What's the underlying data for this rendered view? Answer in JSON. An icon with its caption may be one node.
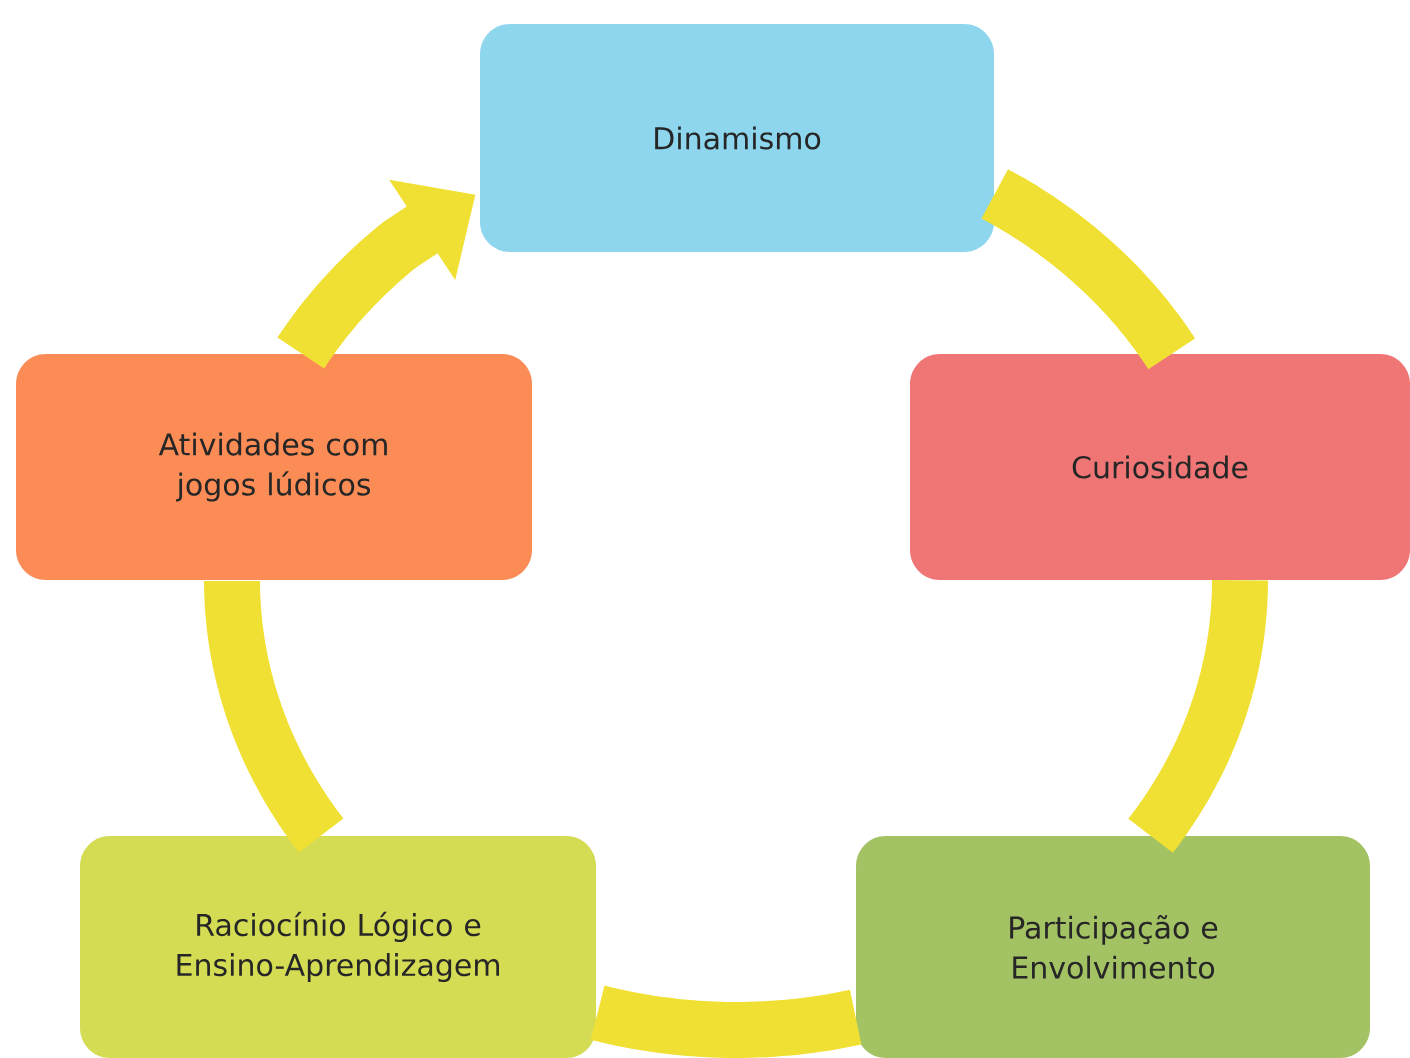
{
  "diagram": {
    "nodes": [
      {
        "text": [
          "Dinamismo"
        ]
      },
      {
        "text": [
          "Curiosidade"
        ]
      },
      {
        "text": [
          "Participação e Envolvimento"
        ]
      },
      {
        "text": [
          "Raciocínio Lógico e Ensino-Aprendizagem"
        ]
      },
      {
        "text": [
          "Atividades com jogos lúdicos"
        ]
      }
    ],
    "edges": [
      {
        "from": 0,
        "to": 1,
        "arrow": "none"
      },
      {
        "from": 1,
        "to": 2,
        "arrow": "none"
      },
      {
        "from": 2,
        "to": 3,
        "arrow": "none"
      },
      {
        "from": 3,
        "to": 4,
        "arrow": "none"
      },
      {
        "from": 4,
        "to": 0,
        "arrow": "to"
      }
    ]
  }
}
